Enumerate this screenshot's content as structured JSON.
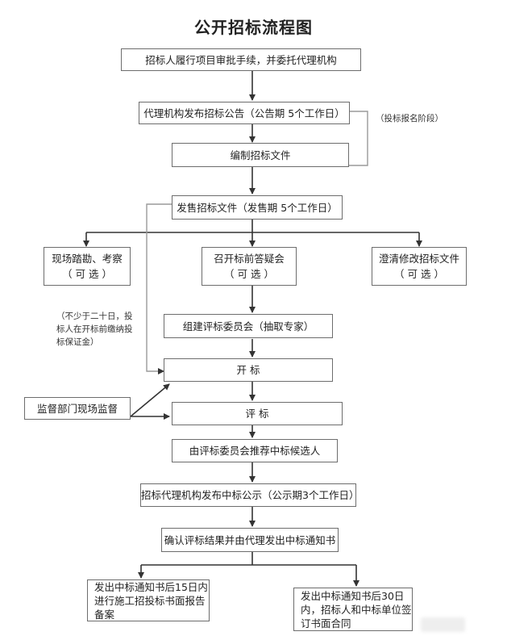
{
  "title": "公开招标流程图",
  "steps": {
    "s1": "招标人履行项目审批手续，并委托代理机构",
    "s2": "代理机构发布招标公告（公告期 5个工作日）",
    "s3": "编制招标文件",
    "s4": "发售招标文件（发售期 5个工作日）",
    "s5a_line1": "现场踏勘、考察",
    "s5a_line2": "（ 可  选 ）",
    "s5b_line1": "召开标前答疑会",
    "s5b_line2": "（ 可  选 ）",
    "s5c_line1": "澄清修改招标文件",
    "s5c_line2": "（ 可  选 ）",
    "s6": "组建评标委员会（抽取专家）",
    "s7": "开    标",
    "s8": "评    标",
    "s9": "由评标委员会推荐中标候选人",
    "s10": "招标代理机构发布中标公示（公示期3个工作日）",
    "s11": "确认评标结果并由代理发出中标通知书",
    "s12": "发出中标通知书后15日内进行施工招投标书面报告备案",
    "s13": "发出中标通知书后30日内，招标人和中标单位签订书面合同",
    "supervision": "监督部门现场监督"
  },
  "notes": {
    "bidding_registration": "（投标报名阶段）",
    "deposit": "（不少于二十日，投标人在开标前缴纳投标保证金）"
  }
}
